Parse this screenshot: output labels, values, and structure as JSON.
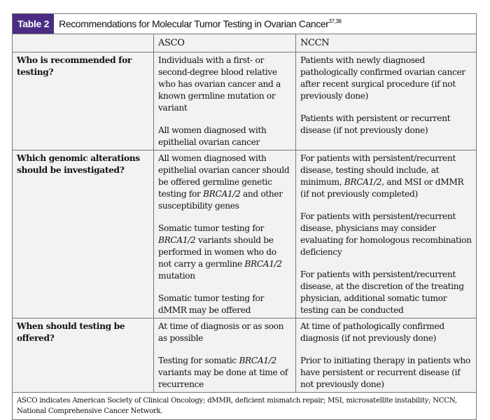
{
  "table": {
    "label": "Table 2",
    "title": "Recommendations for Molecular Tumor Testing in Ovarian Cancer",
    "title_refs": "37,38",
    "accent_color": "#4a2c83",
    "columns": [
      "",
      "ASCO",
      "NCCN"
    ],
    "rows": [
      {
        "question": "Who is recommended for testing?",
        "asco": [
          [
            {
              "t": "Individuals with a first- or second-degree blood relative who has ovarian cancer and a known germline mutation or variant"
            }
          ],
          [
            {
              "t": "All women diagnosed with epithelial ovarian cancer"
            }
          ]
        ],
        "nccn": [
          [
            {
              "t": "Patients with newly diagnosed pathologically confirmed ovarian cancer after recent surgical procedure (if not previously done)"
            }
          ],
          [
            {
              "t": "Patients with persistent or recurrent disease (if not previously done)"
            }
          ]
        ]
      },
      {
        "question": "Which genomic alterations should be investigated?",
        "asco": [
          [
            {
              "t": "All women diagnosed with epithelial ovarian cancer should be offered germline genetic testing for "
            },
            {
              "t": "BRCA1/2",
              "i": true
            },
            {
              "t": " and other susceptibility genes"
            }
          ],
          [
            {
              "t": "Somatic tumor testing for "
            },
            {
              "t": "BRCA1/2",
              "i": true
            },
            {
              "t": " variants should be performed in women who do not carry a germline "
            },
            {
              "t": "BRCA1/2",
              "i": true
            },
            {
              "t": " mutation"
            }
          ],
          [
            {
              "t": "Somatic tumor testing for dMMR may be offered"
            }
          ]
        ],
        "nccn": [
          [
            {
              "t": "For patients with persistent/recurrent disease, testing should include, at minimum, "
            },
            {
              "t": "BRCA1/2",
              "i": true
            },
            {
              "t": ", and MSI or dMMR (if not previously completed)"
            }
          ],
          [
            {
              "t": "For patients with persistent/recurrent disease, physicians may consider evaluating for homologous recombination deficiency"
            }
          ],
          [
            {
              "t": "For patients with persistent/recurrent disease, at the discretion of the treating physician, additional somatic tumor testing can be conducted"
            }
          ]
        ]
      },
      {
        "question": "When should testing be offered?",
        "asco": [
          [
            {
              "t": "At time of diagnosis or as soon as possible"
            }
          ],
          [
            {
              "t": "Testing for somatic "
            },
            {
              "t": "BRCA1/2",
              "i": true
            },
            {
              "t": " variants may be done at time of recurrence"
            }
          ]
        ],
        "nccn": [
          [
            {
              "t": "At time of pathologically confirmed diagnosis (if not previously done)"
            }
          ],
          [
            {
              "t": "Prior to initiating therapy in patients who have persistent or recurrent disease (if not previously done)"
            }
          ]
        ]
      }
    ],
    "footnote": "ASCO indicates American Society of Clinical Oncology; dMMR, deficient mismatch repair; MSI, microsatellite instability; NCCN, National Comprehensive Cancer Network."
  }
}
